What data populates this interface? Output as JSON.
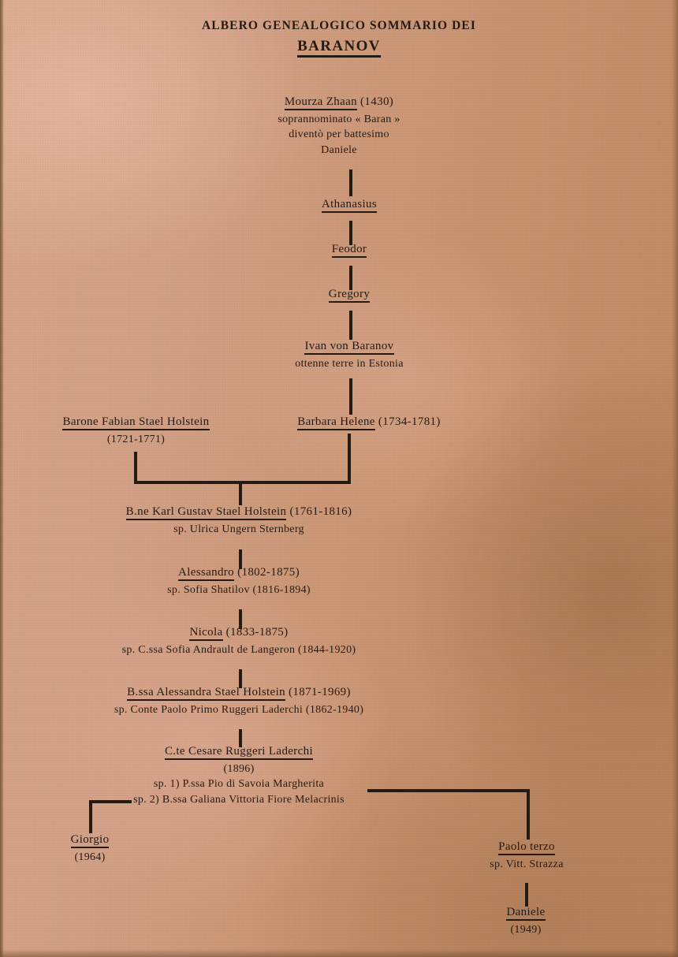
{
  "document": {
    "title_line1": "ALBERO GENEALOGICO SOMMARIO DEI",
    "surname": "BARANOV"
  },
  "people": {
    "mourza": {
      "name": "Mourza Zhaan",
      "dates": "(1430)",
      "note1": "soprannominato « Baran »",
      "note2": "diventò per battesimo",
      "note3": "Daniele"
    },
    "athanasius": {
      "name": "Athanasius"
    },
    "feodor": {
      "name": "Feodor"
    },
    "gregory": {
      "name": "Gregory"
    },
    "ivan": {
      "name": "Ivan von Baranov",
      "note": "ottenne terre in Estonia"
    },
    "fabian": {
      "name": "Barone Fabian Stael Holstein",
      "dates": "(1721-1771)"
    },
    "barbara": {
      "name": "Barbara Helene",
      "dates": "(1734-1781)"
    },
    "karl_gustav": {
      "name": "B.ne Karl Gustav Stael Holstein",
      "dates": "(1761-1816)",
      "spouse": "sp. Ulrica Ungern Sternberg"
    },
    "alessandro": {
      "name": "Alessandro",
      "dates": "(1802-1875)",
      "spouse": "sp. Sofia Shatilov (1816-1894)"
    },
    "nicola": {
      "name": "Nicola",
      "dates": "(1833-1875)",
      "spouse": "sp. C.ssa Sofia Andrault de Langeron (1844-1920)"
    },
    "alessandra": {
      "name": "B.ssa Alessandra Stael Holstein",
      "dates": "(1871-1969)",
      "spouse": "sp. Conte Paolo Primo Ruggeri Laderchi (1862-1940)"
    },
    "cesare": {
      "name": "C.te Cesare Ruggeri Laderchi",
      "dates": "(1896)",
      "spouse1": "sp. 1) P.ssa Pio di Savoia Margherita",
      "spouse2": "sp. 2) B.ssa Galiana Vittoria Fiore Melacrinis"
    },
    "giorgio": {
      "name": "Giorgio",
      "dates": "(1964)"
    },
    "paolo_terzo": {
      "name": "Paolo terzo",
      "spouse": "sp. Vitt. Strazza"
    },
    "daniele": {
      "name": "Daniele",
      "dates": "(1949)"
    }
  },
  "colors": {
    "ink": "#241a12",
    "paper": "#cd9a80"
  }
}
